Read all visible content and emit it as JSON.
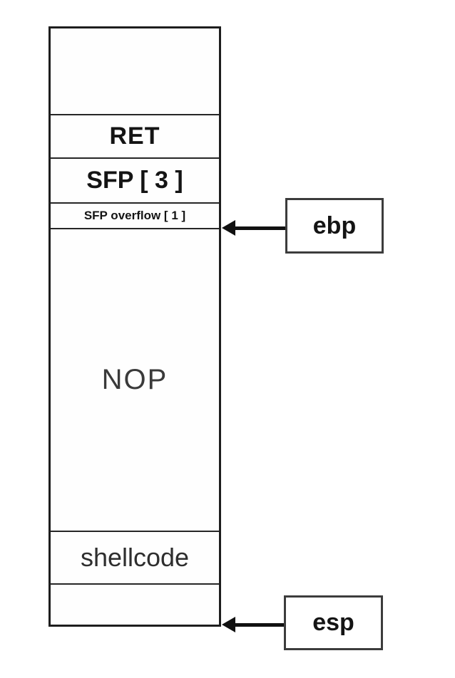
{
  "stack": {
    "rows": [
      {
        "id": "empty-top",
        "label": ""
      },
      {
        "id": "ret",
        "label": "RET"
      },
      {
        "id": "sfp",
        "label": "SFP [ 3 ]"
      },
      {
        "id": "sfp-overflow",
        "label": "SFP overflow [ 1 ]"
      },
      {
        "id": "nop",
        "label": "NOP"
      },
      {
        "id": "shellcode",
        "label": "shellcode"
      },
      {
        "id": "empty-bottom",
        "label": ""
      }
    ]
  },
  "pointers": {
    "ebp": {
      "label": "ebp"
    },
    "esp": {
      "label": "esp"
    }
  },
  "colors": {
    "background": "#ffffff",
    "line": "#1e1e1e",
    "text_bold": "#141414",
    "text_regular": "#3a3a3a",
    "arrow": "#111111"
  }
}
